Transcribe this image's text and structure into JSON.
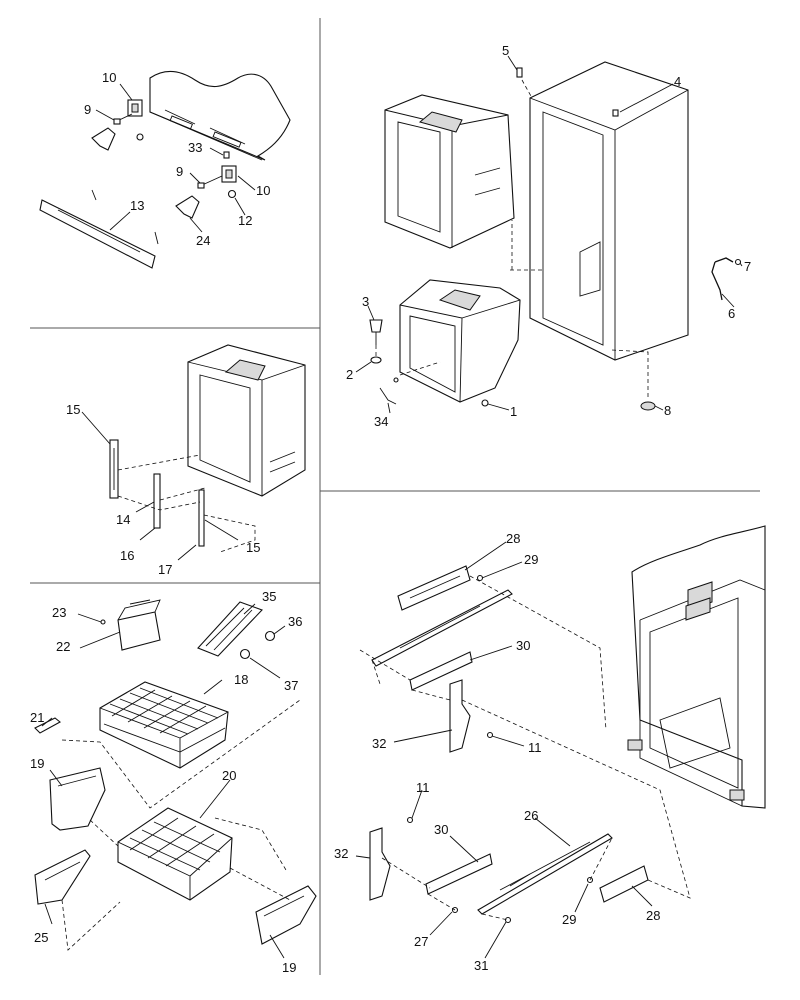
{
  "callouts": {
    "c1": "1",
    "c2": "2",
    "c3": "3",
    "c4": "4",
    "c5": "5",
    "c6": "6",
    "c7": "7",
    "c8": "8",
    "c9a": "9",
    "c9b": "9",
    "c10a": "10",
    "c10b": "10",
    "c11a": "11",
    "c11b": "11",
    "c12": "12",
    "c13": "13",
    "c14": "14",
    "c15a": "15",
    "c15b": "15",
    "c16": "16",
    "c17": "17",
    "c18": "18",
    "c19a": "19",
    "c19b": "19",
    "c20": "20",
    "c21": "21",
    "c22": "22",
    "c23": "23",
    "c24": "24",
    "c25": "25",
    "c26": "26",
    "c27": "27",
    "c28a": "28",
    "c28b": "28",
    "c29a": "29",
    "c29b": "29",
    "c30a": "30",
    "c30b": "30",
    "c31": "31",
    "c32a": "32",
    "c32b": "32",
    "c33": "33",
    "c34": "34",
    "c35": "35",
    "c36": "36",
    "c37": "37"
  }
}
